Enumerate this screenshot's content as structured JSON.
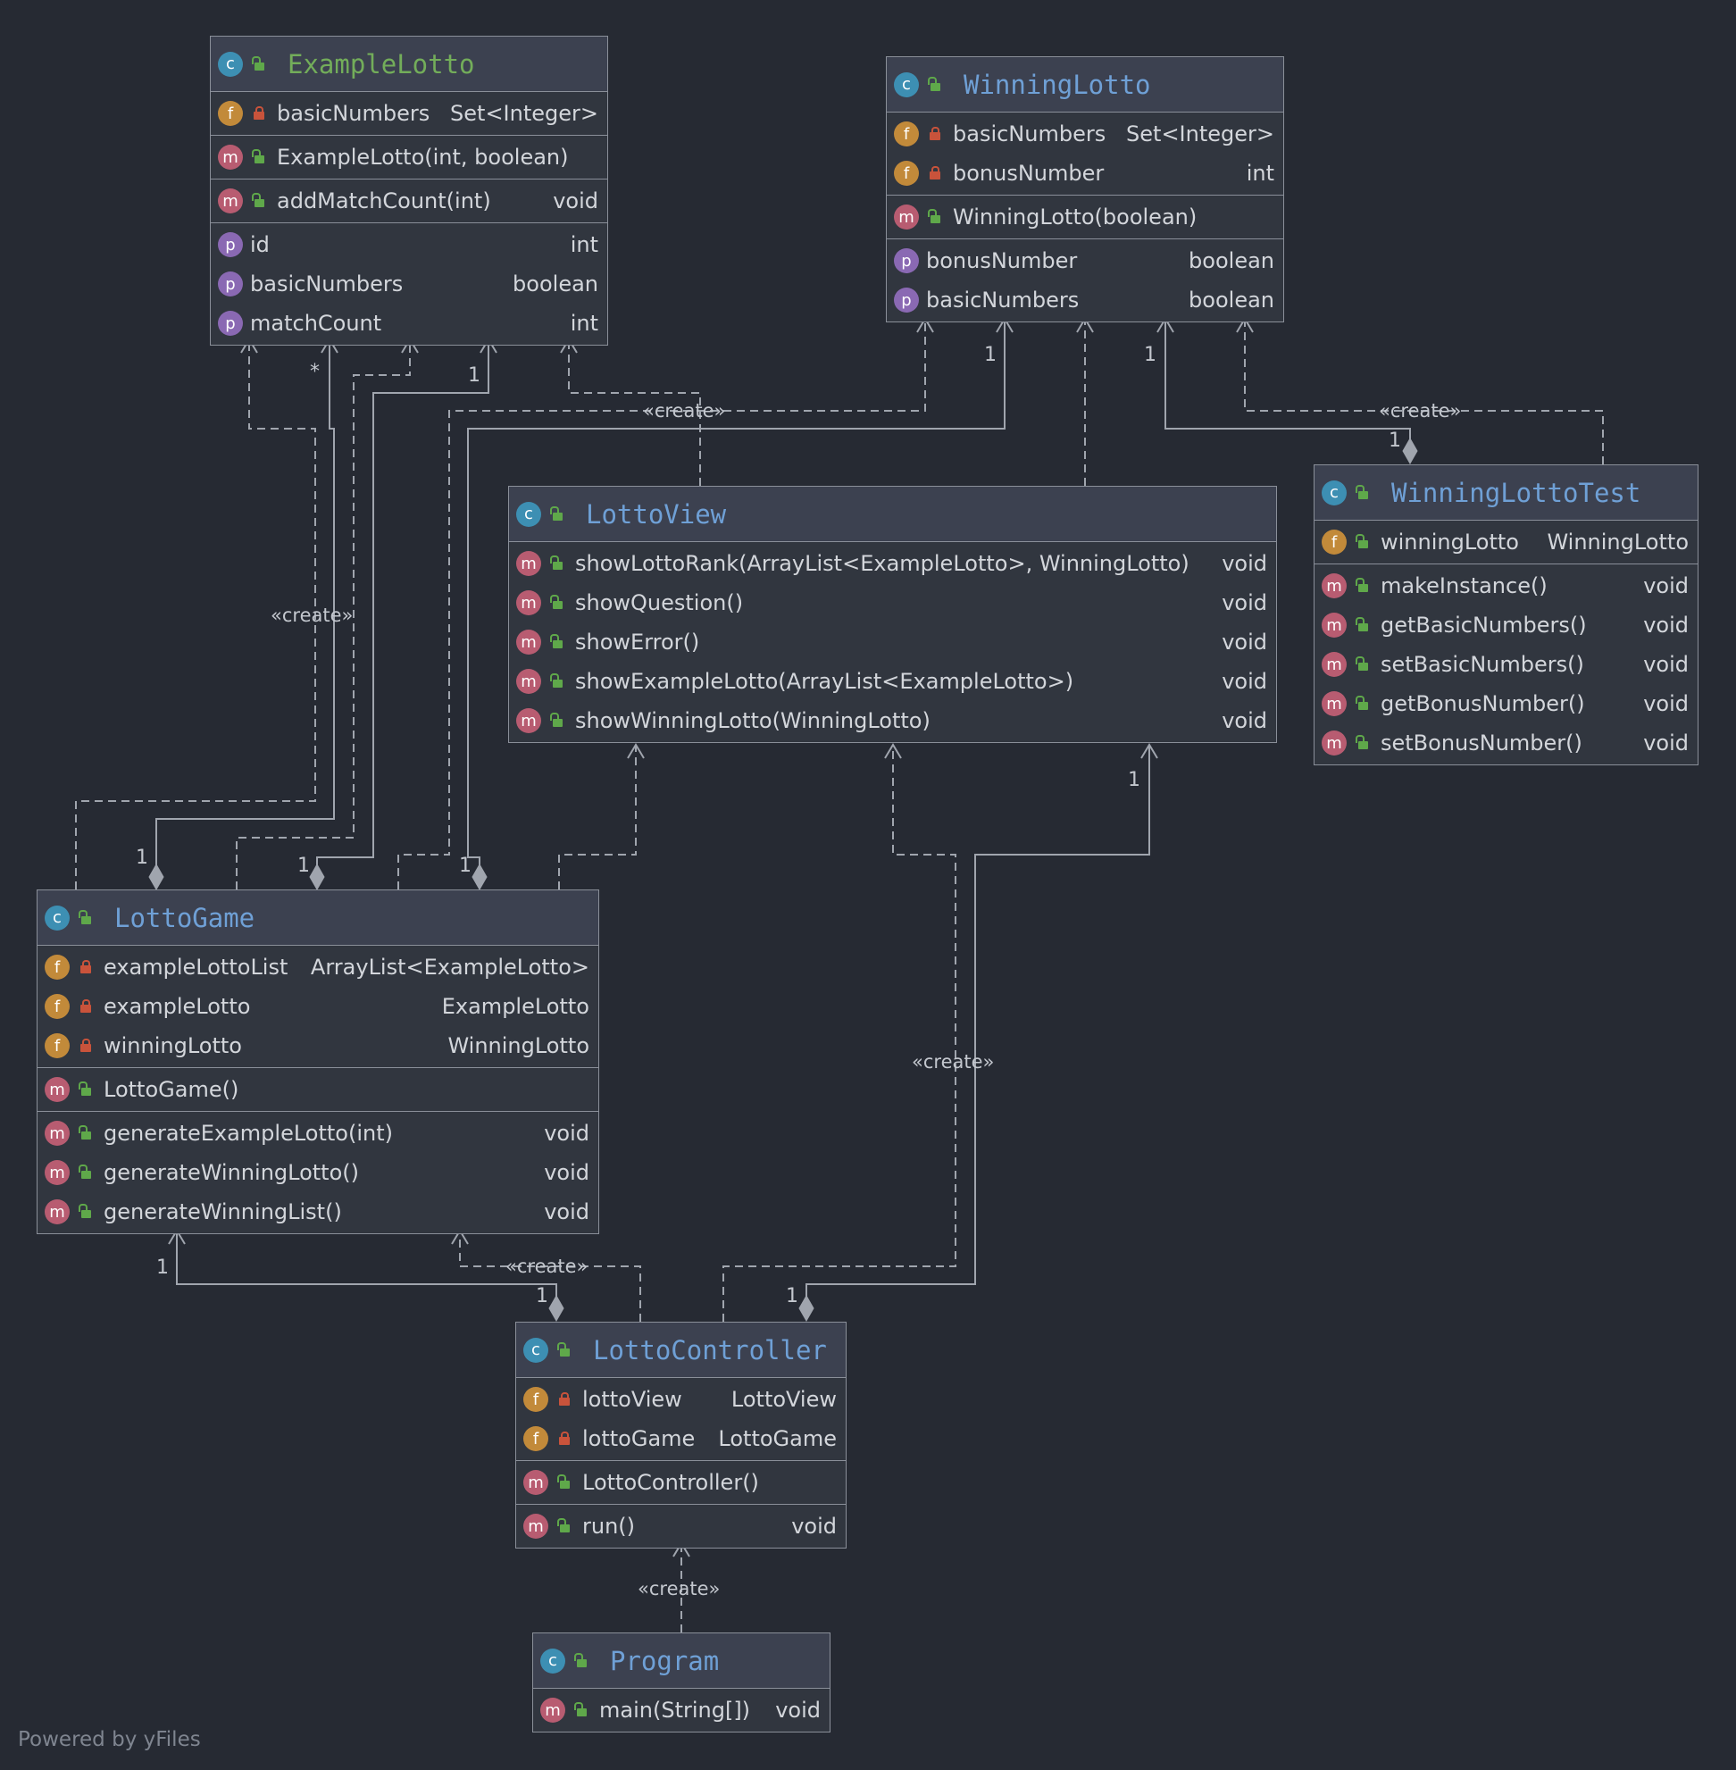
{
  "classes": {
    "exampleLotto": {
      "name": "ExampleLotto",
      "fields": [
        {
          "icon": "f",
          "vis": "priv",
          "label": "basicNumbers",
          "type": "Set<Integer>"
        }
      ],
      "ctors": [
        {
          "icon": "m",
          "vis": "pub",
          "label": "ExampleLotto(int, boolean)",
          "type": ""
        }
      ],
      "methods": [
        {
          "icon": "m",
          "vis": "pub",
          "label": "addMatchCount(int)",
          "type": "void"
        }
      ],
      "props": [
        {
          "icon": "p",
          "vis": "none",
          "label": "id",
          "type": "int"
        },
        {
          "icon": "p",
          "vis": "none",
          "label": "basicNumbers",
          "type": "boolean"
        },
        {
          "icon": "p",
          "vis": "none",
          "label": "matchCount",
          "type": "int"
        }
      ]
    },
    "winningLotto": {
      "name": "WinningLotto",
      "fields": [
        {
          "icon": "f",
          "vis": "priv",
          "label": "basicNumbers",
          "type": "Set<Integer>"
        },
        {
          "icon": "f",
          "vis": "priv",
          "label": "bonusNumber",
          "type": "int"
        }
      ],
      "ctors": [
        {
          "icon": "m",
          "vis": "pub",
          "label": "WinningLotto(boolean)",
          "type": ""
        }
      ],
      "props": [
        {
          "icon": "p",
          "vis": "none",
          "label": "bonusNumber",
          "type": "boolean"
        },
        {
          "icon": "p",
          "vis": "none",
          "label": "basicNumbers",
          "type": "boolean"
        }
      ]
    },
    "lottoView": {
      "name": "LottoView",
      "methods": [
        {
          "icon": "m",
          "vis": "pub",
          "label": "showLottoRank(ArrayList<ExampleLotto>, WinningLotto)",
          "type": "void"
        },
        {
          "icon": "m",
          "vis": "pub",
          "label": "showQuestion()",
          "type": "void"
        },
        {
          "icon": "m",
          "vis": "pub",
          "label": "showError()",
          "type": "void"
        },
        {
          "icon": "m",
          "vis": "pub",
          "label": "showExampleLotto(ArrayList<ExampleLotto>)",
          "type": "void"
        },
        {
          "icon": "m",
          "vis": "pub",
          "label": "showWinningLotto(WinningLotto)",
          "type": "void"
        }
      ]
    },
    "winningLottoTest": {
      "name": "WinningLottoTest",
      "fields": [
        {
          "icon": "f",
          "vis": "pub",
          "label": "winningLotto",
          "type": "WinningLotto"
        }
      ],
      "methods": [
        {
          "icon": "m",
          "vis": "pub",
          "label": "makeInstance()",
          "type": "void"
        },
        {
          "icon": "m",
          "vis": "pub",
          "label": "getBasicNumbers()",
          "type": "void"
        },
        {
          "icon": "m",
          "vis": "pub",
          "label": "setBasicNumbers()",
          "type": "void"
        },
        {
          "icon": "m",
          "vis": "pub",
          "label": "getBonusNumber()",
          "type": "void"
        },
        {
          "icon": "m",
          "vis": "pub",
          "label": "setBonusNumber()",
          "type": "void"
        }
      ]
    },
    "lottoGame": {
      "name": "LottoGame",
      "fields": [
        {
          "icon": "f",
          "vis": "priv",
          "label": "exampleLottoList",
          "type": "ArrayList<ExampleLotto>"
        },
        {
          "icon": "f",
          "vis": "priv",
          "label": "exampleLotto",
          "type": "ExampleLotto"
        },
        {
          "icon": "f",
          "vis": "priv",
          "label": "winningLotto",
          "type": "WinningLotto"
        }
      ],
      "ctors": [
        {
          "icon": "m",
          "vis": "pub",
          "label": "LottoGame()",
          "type": ""
        }
      ],
      "methods": [
        {
          "icon": "m",
          "vis": "pub",
          "label": "generateExampleLotto(int)",
          "type": "void"
        },
        {
          "icon": "m",
          "vis": "pub",
          "label": "generateWinningLotto()",
          "type": "void"
        },
        {
          "icon": "m",
          "vis": "pub",
          "label": "generateWinningList()",
          "type": "void"
        }
      ]
    },
    "lottoController": {
      "name": "LottoController",
      "fields": [
        {
          "icon": "f",
          "vis": "priv",
          "label": "lottoView",
          "type": "LottoView"
        },
        {
          "icon": "f",
          "vis": "priv",
          "label": "lottoGame",
          "type": "LottoGame"
        }
      ],
      "ctors": [
        {
          "icon": "m",
          "vis": "pub",
          "label": "LottoController()",
          "type": ""
        }
      ],
      "methods": [
        {
          "icon": "m",
          "vis": "pub",
          "label": "run()",
          "type": "void"
        }
      ]
    },
    "program": {
      "name": "Program",
      "methods": [
        {
          "icon": "m",
          "vis": "pub",
          "label": "main(String[])",
          "type": "void"
        }
      ]
    }
  },
  "icons": {
    "class": "c",
    "field": "f",
    "method": "m",
    "property": "p"
  },
  "edge_labels": {
    "create": "«create»",
    "one": "1",
    "many": "*"
  },
  "colors": {
    "background": "#262a33",
    "header": "#3c4150",
    "class_name": "#6fa0d6",
    "class_name_alt": "#73ad5a",
    "line": "#a0a5ae"
  },
  "footer": "Powered by yFiles"
}
